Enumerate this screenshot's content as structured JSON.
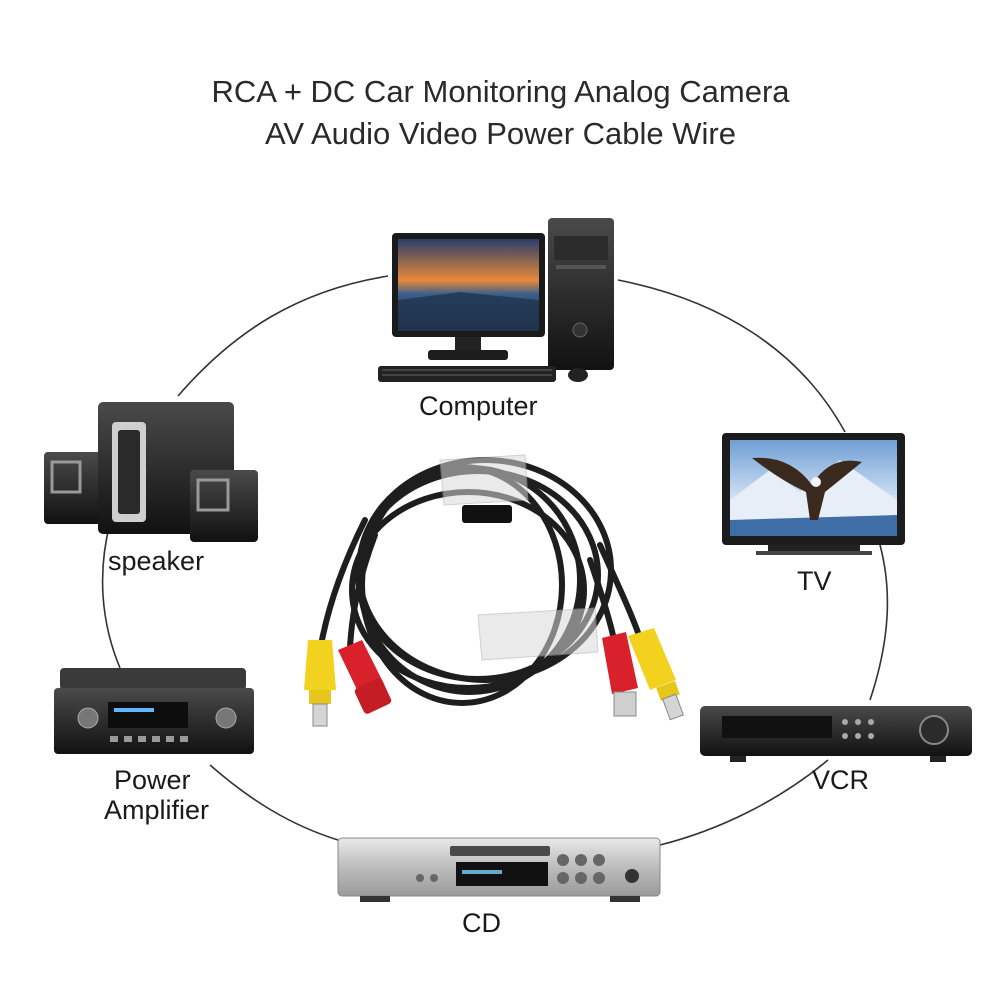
{
  "title": {
    "line1": "RCA + DC Car Monitoring Analog Camera",
    "line2": "AV Audio Video Power Cable Wire"
  },
  "devices": {
    "computer": "Computer",
    "tv": "TV",
    "speaker": "speaker",
    "power_amplifier_line1": "Power",
    "power_amplifier_line2": "Amplifier",
    "vcr": "VCR",
    "cd": "CD"
  },
  "colors": {
    "cable": "#1e1e1e",
    "rca_yellow": "#f2d21e",
    "rca_red": "#d8212a",
    "circle": "#333333"
  }
}
